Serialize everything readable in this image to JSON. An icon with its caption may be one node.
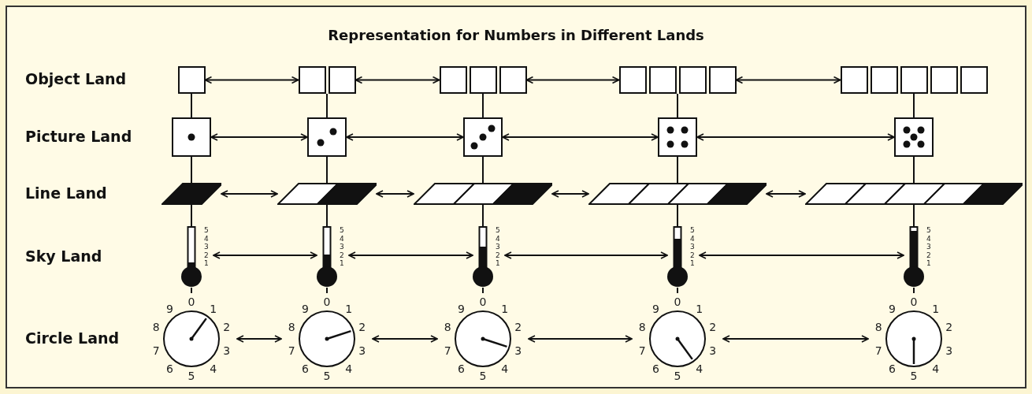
{
  "diagram": {
    "title": "Representation for Numbers in Different Lands",
    "nodes": [
      {
        "text": [],
        "shape": "box"
      },
      {
        "text": [],
        "shape": "box"
      },
      {
        "text": [],
        "shape": "box"
      },
      {
        "text": [],
        "shape": "box"
      },
      {
        "text": [],
        "shape": "box"
      },
      {
        "text": [],
        "shape": "die"
      },
      {
        "text": [],
        "shape": "die"
      },
      {
        "text": [],
        "shape": "die"
      },
      {
        "text": [],
        "shape": "die"
      },
      {
        "text": [],
        "shape": "die"
      },
      {
        "text": [],
        "shape": "bar"
      },
      {
        "text": [],
        "shape": "bar"
      },
      {
        "text": [],
        "shape": "bar"
      },
      {
        "text": [],
        "shape": "bar"
      },
      {
        "text": [],
        "shape": "bar"
      },
      {
        "text": [],
        "shape": "thermometer",
        "beside": [
          "5",
          "4",
          "3",
          "2",
          "1"
        ]
      },
      {
        "text": [],
        "shape": "thermometer",
        "beside": [
          "5",
          "4",
          "3",
          "2",
          "1"
        ]
      },
      {
        "text": [],
        "shape": "thermometer",
        "beside": [
          "5",
          "4",
          "3",
          "2",
          "1"
        ]
      },
      {
        "text": [],
        "shape": "thermometer",
        "beside": [
          "5",
          "4",
          "3",
          "2",
          "1"
        ]
      },
      {
        "text": [],
        "shape": "thermometer",
        "beside": [
          "5",
          "4",
          "3",
          "2",
          "1"
        ]
      },
      {
        "text": [],
        "shape": "dial",
        "beside": [
          "0",
          "1",
          "2",
          "3",
          "4",
          "5",
          "6",
          "7",
          "8",
          "9"
        ]
      },
      {
        "text": [],
        "shape": "dial",
        "beside": [
          "0",
          "1",
          "2",
          "3",
          "4",
          "5",
          "6",
          "7",
          "8",
          "9"
        ]
      },
      {
        "text": [],
        "shape": "dial",
        "beside": [
          "0",
          "1",
          "2",
          "3",
          "4",
          "5",
          "6",
          "7",
          "8",
          "9"
        ]
      },
      {
        "text": [],
        "shape": "dial",
        "beside": [
          "0",
          "1",
          "2",
          "3",
          "4",
          "5",
          "6",
          "7",
          "8",
          "9"
        ]
      },
      {
        "text": [],
        "shape": "dial",
        "beside": [
          "0",
          "1",
          "2",
          "3",
          "4",
          "5",
          "6",
          "7",
          "8",
          "9"
        ]
      }
    ],
    "edges": [
      {
        "from": 0,
        "to": 1,
        "arrow": "both"
      },
      {
        "from": 1,
        "to": 2,
        "arrow": "both"
      },
      {
        "from": 2,
        "to": 3,
        "arrow": "both"
      },
      {
        "from": 3,
        "to": 4,
        "arrow": "both"
      },
      {
        "from": 0,
        "to": 5,
        "arrow": "none"
      },
      {
        "from": 1,
        "to": 6,
        "arrow": "none"
      },
      {
        "from": 2,
        "to": 7,
        "arrow": "none"
      },
      {
        "from": 3,
        "to": 8,
        "arrow": "none"
      },
      {
        "from": 4,
        "to": 9,
        "arrow": "none"
      },
      {
        "from": 5,
        "to": 6,
        "arrow": "both"
      },
      {
        "from": 6,
        "to": 7,
        "arrow": "both"
      },
      {
        "from": 7,
        "to": 8,
        "arrow": "both"
      },
      {
        "from": 8,
        "to": 9,
        "arrow": "both"
      },
      {
        "from": 5,
        "to": 10,
        "arrow": "none"
      },
      {
        "from": 6,
        "to": 11,
        "arrow": "none"
      },
      {
        "from": 7,
        "to": 12,
        "arrow": "none"
      },
      {
        "from": 8,
        "to": 13,
        "arrow": "none"
      },
      {
        "from": 9,
        "to": 14,
        "arrow": "none"
      },
      {
        "from": 10,
        "to": 11,
        "arrow": "both"
      },
      {
        "from": 11,
        "to": 12,
        "arrow": "both"
      },
      {
        "from": 12,
        "to": 13,
        "arrow": "both"
      },
      {
        "from": 13,
        "to": 14,
        "arrow": "both"
      },
      {
        "from": 10,
        "to": 15,
        "arrow": "none"
      },
      {
        "from": 11,
        "to": 16,
        "arrow": "none"
      },
      {
        "from": 12,
        "to": 17,
        "arrow": "none"
      },
      {
        "from": 13,
        "to": 18,
        "arrow": "none"
      },
      {
        "from": 14,
        "to": 19,
        "arrow": "none"
      },
      {
        "from": 15,
        "to": 16,
        "arrow": "both"
      },
      {
        "from": 16,
        "to": 17,
        "arrow": "both"
      },
      {
        "from": 17,
        "to": 18,
        "arrow": "both"
      },
      {
        "from": 18,
        "to": 19,
        "arrow": "both"
      },
      {
        "from": 15,
        "to": 20,
        "arrow": "none"
      },
      {
        "from": 16,
        "to": 21,
        "arrow": "none"
      },
      {
        "from": 17,
        "to": 22,
        "arrow": "none"
      },
      {
        "from": 18,
        "to": 23,
        "arrow": "none"
      },
      {
        "from": 19,
        "to": 24,
        "arrow": "none"
      },
      {
        "from": 20,
        "to": 21,
        "arrow": "both"
      },
      {
        "from": 21,
        "to": 22,
        "arrow": "both"
      },
      {
        "from": 22,
        "to": 23,
        "arrow": "both"
      },
      {
        "from": 23,
        "to": 24,
        "arrow": "both"
      }
    ],
    "labels": [
      "Object Land",
      "Picture Land",
      "Line Land",
      "Sky Land",
      "Circle Land"
    ]
  }
}
